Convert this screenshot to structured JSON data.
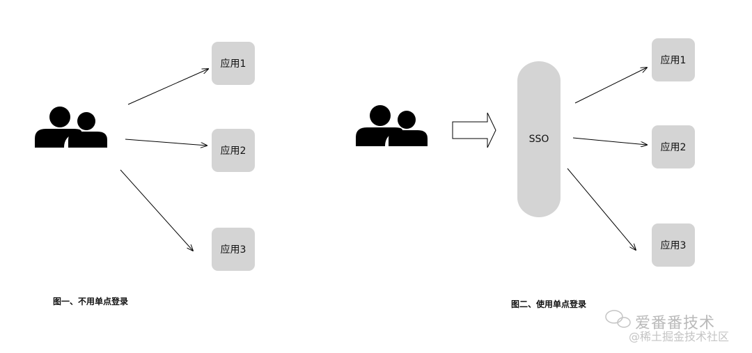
{
  "figure1": {
    "caption": "图一、不用单点登录",
    "apps": [
      "应用1",
      "应用2",
      "应用3"
    ]
  },
  "figure2": {
    "caption": "图二、使用单点登录",
    "sso_label": "SSO",
    "apps": [
      "应用1",
      "应用2",
      "应用3"
    ]
  },
  "watermark": {
    "line1": "爱番番技术",
    "line2": "@稀土掘金技术社区"
  },
  "colors": {
    "box_fill": "#d4d4d4",
    "icon_fill": "#000000",
    "arrow_stroke": "#000000"
  }
}
